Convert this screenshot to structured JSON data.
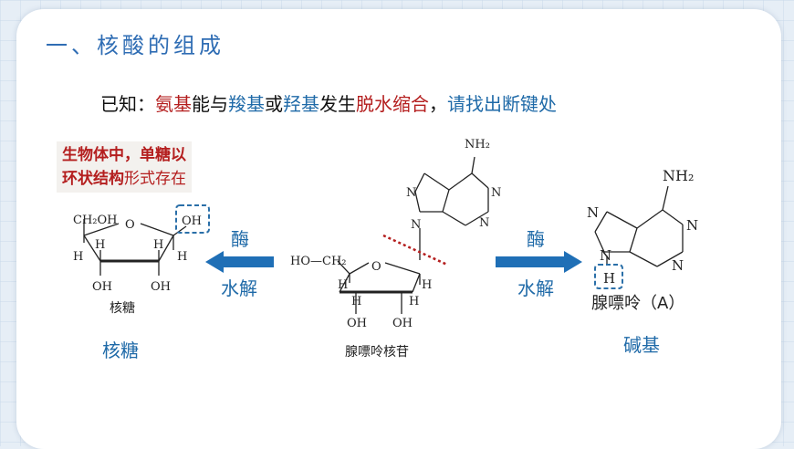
{
  "slide": {
    "title": "一、核酸的组成",
    "known": {
      "prefix": "已知：",
      "amino": "氨基",
      "with": "能与",
      "carboxyl": "羧基",
      "or": "或",
      "hydroxyl": "羟基",
      "occur": "发生",
      "dehydration": "脱水缩合",
      "comma": "，",
      "task": "请找出断键处"
    },
    "note": {
      "line1": "生物体中，单糖以",
      "line2_bold": "环状结构",
      "line2_rest": "形式存在"
    },
    "ribose": {
      "ch2oh": "CH₂OH",
      "oh_top": "OH",
      "h": "H",
      "oh": "OH",
      "caption": "核糖",
      "label": "核糖"
    },
    "nucleoside": {
      "nh2": "NH₂",
      "n": "N",
      "ho_ch2": "HO—CH₂",
      "h": "H",
      "oh": "OH",
      "caption": "腺嘌呤核苷"
    },
    "adenine": {
      "nh2": "NH₂",
      "n": "N",
      "h": "H",
      "caption": "腺嘌呤（A）",
      "label": "碱基"
    },
    "arrows": {
      "left_top": "酶",
      "left_bottom": "水解",
      "right_top": "酶",
      "right_bottom": "水解"
    }
  },
  "colors": {
    "title_blue": "#2f6db4",
    "label_blue": "#1f6aa8",
    "arrow_blue": "#1f6fb6",
    "accent_red": "#b41e1e",
    "dashed_box": "#2a6fa8"
  }
}
